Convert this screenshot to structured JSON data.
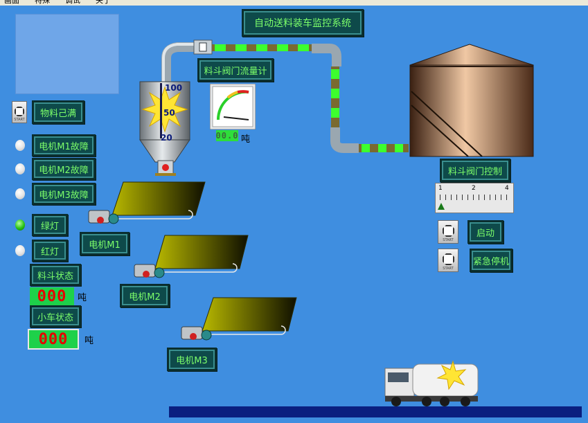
{
  "menu": [
    "画面",
    "特殊",
    "调试",
    "关于"
  ],
  "header": {
    "title": "自动送料装车监控系统"
  },
  "status": {
    "material_full": "物料己满",
    "motor_faults": [
      "电机M1故障",
      "电机M2故障",
      "电机M3故障"
    ],
    "green_light": "绿灯",
    "red_light": "红灯",
    "hopper_state": "料斗状态",
    "hopper_value": "000",
    "hopper_unit": "吨",
    "cart_state": "小车状态",
    "cart_value": "000",
    "cart_unit": "吨"
  },
  "hopper": {
    "ticks": [
      "100",
      "50",
      "20"
    ]
  },
  "flowmeter": {
    "label": "料斗阀门流量计",
    "value": "00.0",
    "unit": "吨"
  },
  "motors": [
    "电机M1",
    "电机M2",
    "电机M3"
  ],
  "valve": {
    "label": "料斗阀门控制",
    "scale": [
      "1",
      "2",
      "4"
    ]
  },
  "controls": {
    "start": "启动",
    "stop": "紧急停机",
    "btn_tag": "START"
  },
  "colors": {
    "background": "#3f8ee0",
    "label_bg": "#0e4a4a",
    "label_text": "#7cff6a",
    "digit_bg": "#1ed14a",
    "digit_text": "#e60000",
    "track": "#0a1f80"
  }
}
